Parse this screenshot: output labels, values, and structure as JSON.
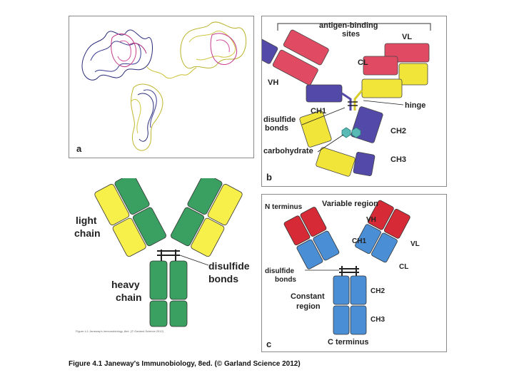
{
  "panel_a": {
    "letter": "a"
  },
  "panel_b": {
    "letter": "b",
    "antigen_binding_1": "antigen-binding",
    "antigen_binding_2": "sites",
    "vl": "VL",
    "cl": "CL",
    "vh": "VH",
    "ch1": "CH1",
    "hinge": "hinge",
    "disulfide_1": "disulfide",
    "disulfide_2": "bonds",
    "ch2": "CH2",
    "carbohydrate": "carbohydrate",
    "ch3": "CH3"
  },
  "panel_left": {
    "light_1": "light",
    "light_2": "chain",
    "heavy_1": "heavy",
    "heavy_2": "chain",
    "disulfide_1": "disulfide",
    "disulfide_2": "bonds",
    "tiny_credit": "Figure 4.1 Janeway's Immunobiology, 8ed. (© Garland Science 2012)"
  },
  "panel_c": {
    "letter": "c",
    "n_terminus": "N terminus",
    "variable_region": "Variable region",
    "vh": "VH",
    "ch1": "CH1",
    "vl": "VL",
    "cl": "CL",
    "disulfide_1": "disulfide",
    "disulfide_2": "bonds",
    "constant_1": "Constant",
    "constant_2": "region",
    "ch2": "CH2",
    "ch3": "CH3",
    "c_terminus": "C terminus"
  },
  "caption": "Figure 4.1 Janeway's Immunobiology, 8ed. (© Garland Science 2012)",
  "colors": {
    "b_light": "#e04b63",
    "b_heavy": "#5249a8",
    "b_yellow": "#f2e53a",
    "b_carb": "#59b9b5",
    "green": "#3aa061",
    "yellow": "#f7ef4a",
    "red": "#d62a36",
    "blue": "#4a8fd6"
  }
}
